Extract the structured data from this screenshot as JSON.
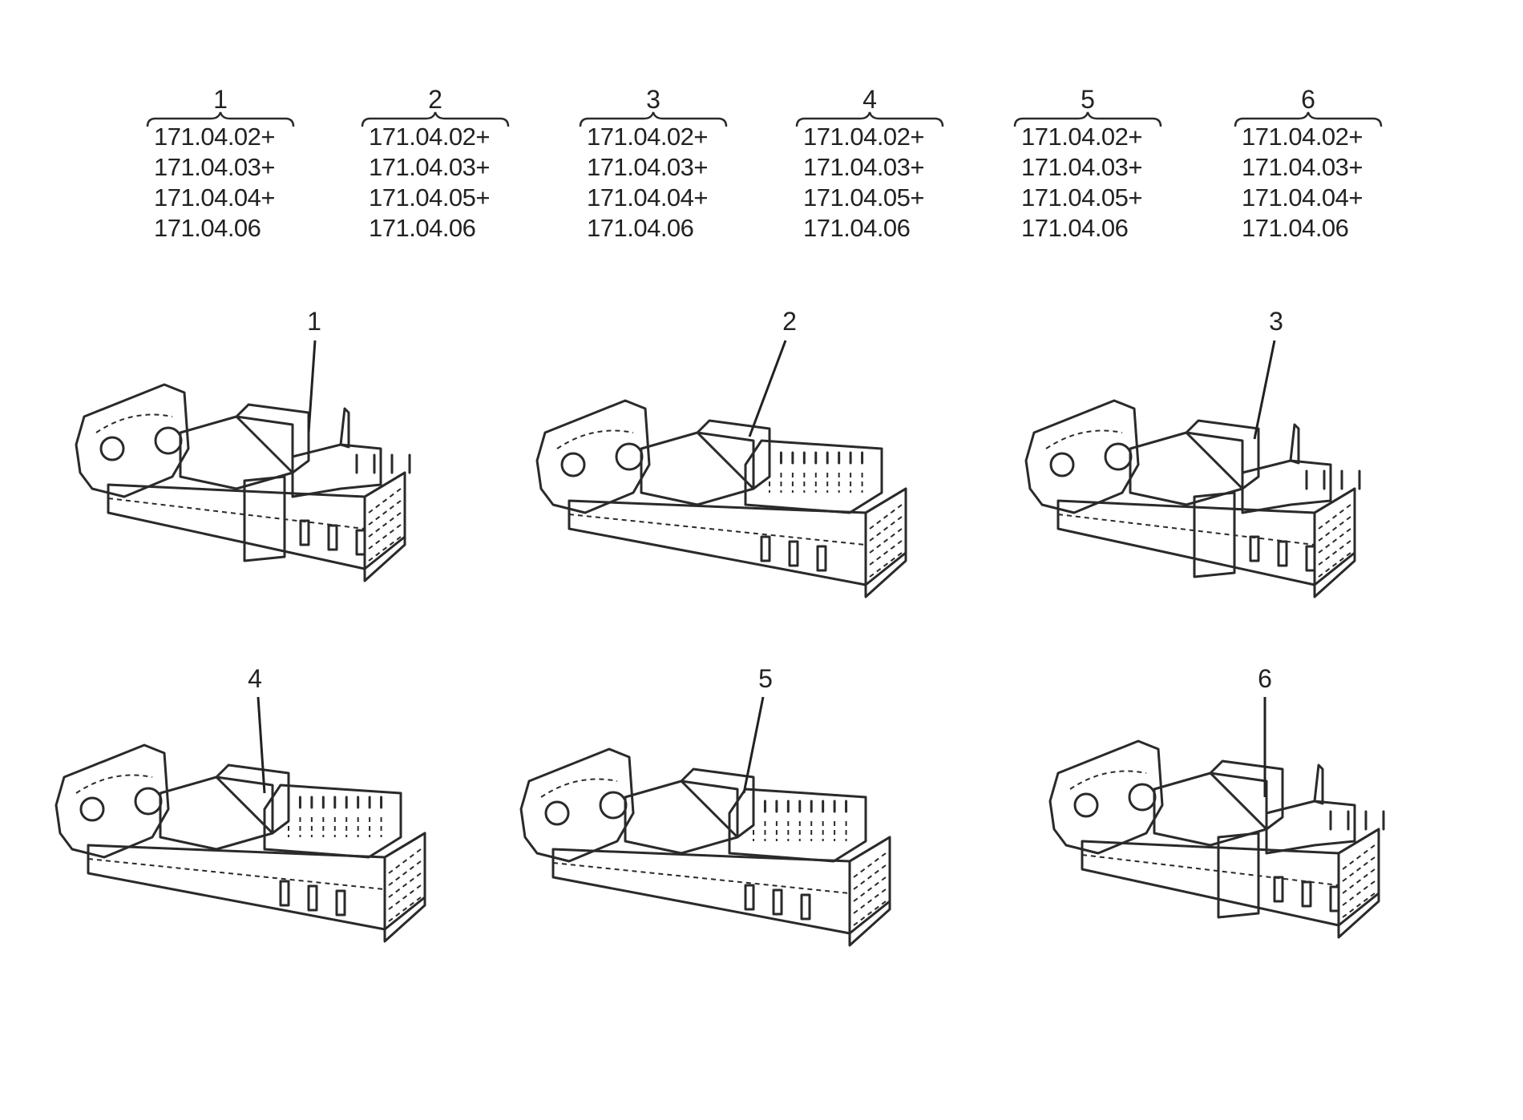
{
  "legend": [
    {
      "number": "1",
      "codes": [
        "171.04.02+",
        "171.04.03+",
        "171.04.04+",
        "171.04.06"
      ]
    },
    {
      "number": "2",
      "codes": [
        "171.04.02+",
        "171.04.03+",
        "171.04.05+",
        "171.04.06"
      ]
    },
    {
      "number": "3",
      "codes": [
        "171.04.02+",
        "171.04.03+",
        "171.04.04+",
        "171.04.06"
      ]
    },
    {
      "number": "4",
      "codes": [
        "171.04.02+",
        "171.04.03+",
        "171.04.05+",
        "171.04.06"
      ]
    },
    {
      "number": "5",
      "codes": [
        "171.04.02+",
        "171.04.03+",
        "171.04.05+",
        "171.04.06"
      ]
    },
    {
      "number": "6",
      "codes": [
        "171.04.02+",
        "171.04.03+",
        "171.04.04+",
        "171.04.06"
      ]
    }
  ],
  "figures": [
    {
      "number": "1",
      "rear_section": "short"
    },
    {
      "number": "2",
      "rear_section": "long"
    },
    {
      "number": "3",
      "rear_section": "short"
    },
    {
      "number": "4",
      "rear_section": "long"
    },
    {
      "number": "5",
      "rear_section": "long"
    },
    {
      "number": "6",
      "rear_section": "short"
    }
  ]
}
